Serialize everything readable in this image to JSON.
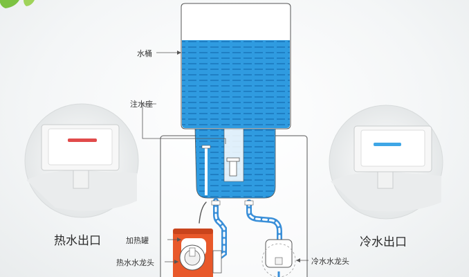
{
  "labels": {
    "water_bucket": "水桶",
    "inlet_seat": "注水座",
    "heating_tank": "加热罐",
    "hot_tap": "热水水龙头",
    "cold_tap": "冷水水龙头",
    "hot_outlet": "热水出口",
    "cold_outlet": "冷水出口"
  },
  "colors": {
    "water": "#2f9be0",
    "water_stripe": "#1f7fc4",
    "pipe": "#3a8fd8",
    "heating_tank": "#e8582a",
    "hot_indicator": "#e14b4b",
    "cold_indicator": "#3ea6e6",
    "line": "#555555"
  },
  "icons": [
    "leaf-icon"
  ]
}
